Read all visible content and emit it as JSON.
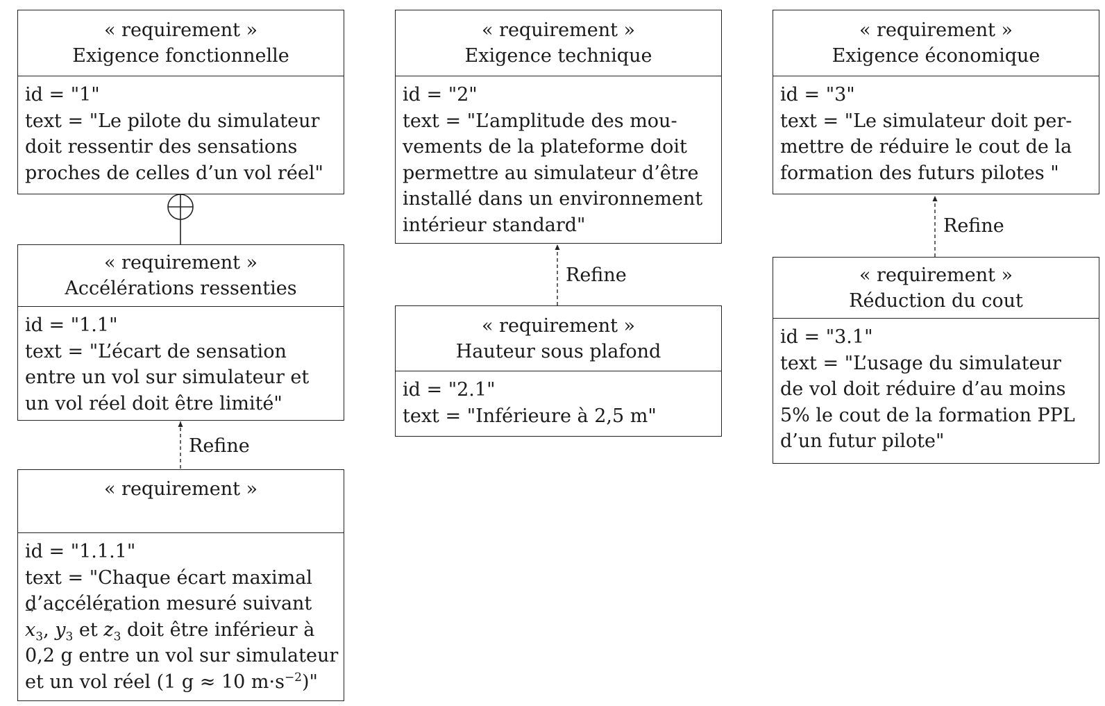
{
  "stereotype": "« requirement »",
  "relation_label": "Refine",
  "requirements": [
    {
      "key": "r1",
      "title": "Exigence fonctionnelle",
      "lines": [
        "id = \"1\"",
        "text = \"Le pilote du simulateur",
        "doit ressentir des sensations",
        "proches de celles d’un vol réel\""
      ]
    },
    {
      "key": "r2",
      "title": "Exigence technique",
      "lines": [
        "id = \"2\"",
        "text = \"L’amplitude des mou-",
        "vements de la plateforme doit",
        "permettre au simulateur d’être",
        "installé dans un environnement",
        "intérieur standard\""
      ]
    },
    {
      "key": "r3",
      "title": "Exigence économique",
      "lines": [
        "id = \"3\"",
        "text = \"Le simulateur doit per-",
        "mettre de réduire le cout de la",
        "formation des futurs pilotes \""
      ]
    },
    {
      "key": "r11",
      "title": "Accélérations ressenties",
      "lines": [
        "id = \"1.1\"",
        "text = \"L’écart de sensation",
        "entre un vol sur simulateur et",
        "un vol réel doit être limité\""
      ]
    },
    {
      "key": "r21",
      "title": "Hauteur sous plafond",
      "lines": [
        "id = \"2.1\"",
        "text = \"Inférieure à 2,5 m\""
      ]
    },
    {
      "key": "r31",
      "title": "Réduction du cout",
      "lines": [
        "id = \"3.1\"",
        "text = \"L’usage du simulateur",
        "de vol doit réduire d’au moins",
        "5% le cout de la formation PPL",
        "d’un futur pilote\""
      ]
    },
    {
      "key": "r111",
      "title": "",
      "lines": [
        "id = \"1.1.1\"",
        "text = \"Chaque écart maximal",
        "d’accélération mesuré suivant"
      ],
      "vector_line": {
        "x": "x",
        "y": "y",
        "z": "z",
        "subscript": "3",
        "sep1": ", ",
        "sep2": " et ",
        "rest": " doit être inférieur à"
      },
      "tail_lines": [
        "0,2 g entre un vol sur simulateur"
      ],
      "last_line": {
        "before": "et un vol réel (1 g ≈ 10 m·s",
        "exponent": "−2",
        "after": ")\""
      }
    }
  ]
}
